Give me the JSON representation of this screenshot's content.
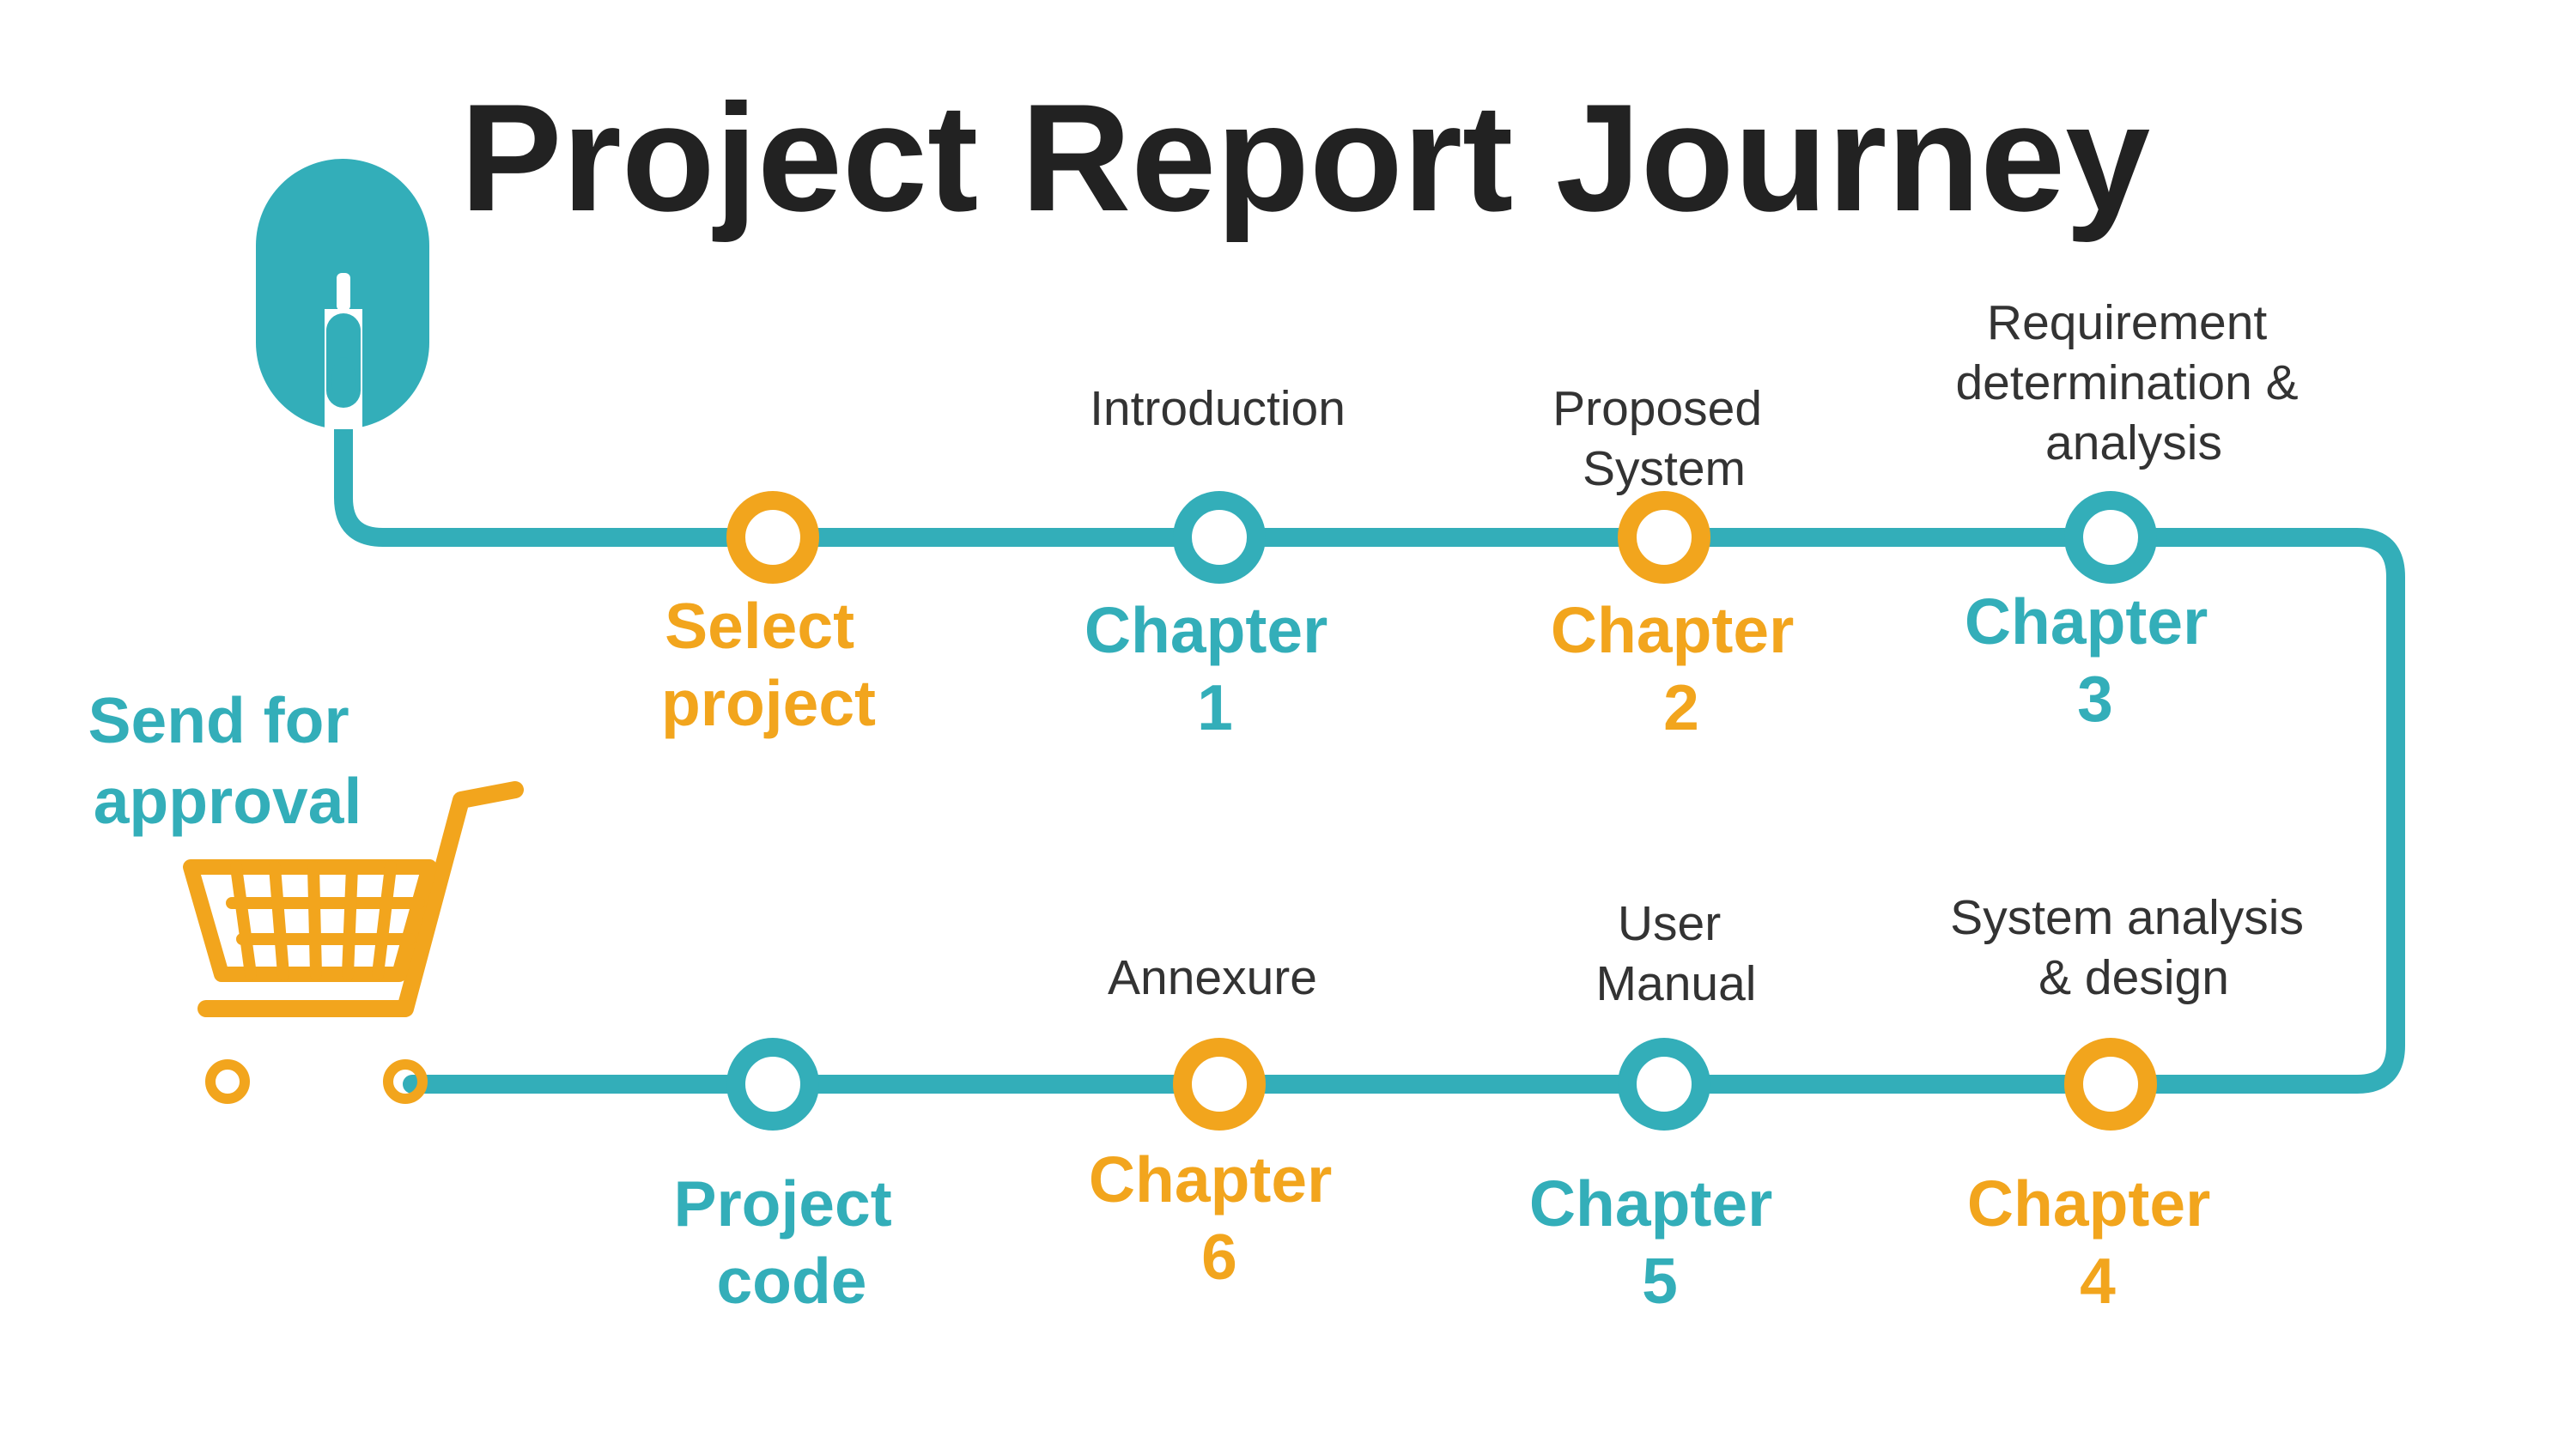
{
  "title": "Project Report Journey",
  "colors": {
    "teal": "#33AEB9",
    "orange": "#F2A51D",
    "title": "#222222",
    "text": "#333333"
  },
  "icons": {
    "start": "mouse-icon",
    "end": "shopping-cart-icon"
  },
  "start_label": [
    "Send for",
    "approval"
  ],
  "top_row": [
    {
      "label": [
        "Select",
        "project"
      ],
      "description": [],
      "color": "orange"
    },
    {
      "label": [
        "Chapter",
        "1"
      ],
      "description": [
        "Introduction"
      ],
      "color": "teal"
    },
    {
      "label": [
        "Chapter",
        "2"
      ],
      "description": [
        "Proposed",
        "System"
      ],
      "color": "orange"
    },
    {
      "label": [
        "Chapter",
        "3"
      ],
      "description": [
        "Requirement",
        "determination &",
        "analysis"
      ],
      "color": "teal"
    }
  ],
  "bottom_row": [
    {
      "label": [
        "Project",
        "code"
      ],
      "description": [],
      "color": "teal"
    },
    {
      "label": [
        "Chapter",
        "6"
      ],
      "description": [
        "Annexure"
      ],
      "color": "orange"
    },
    {
      "label": [
        "Chapter",
        "5"
      ],
      "description": [
        "User",
        "Manual"
      ],
      "color": "teal"
    },
    {
      "label": [
        "Chapter",
        "4"
      ],
      "description": [
        "System analysis",
        "& design"
      ],
      "color": "orange"
    }
  ]
}
